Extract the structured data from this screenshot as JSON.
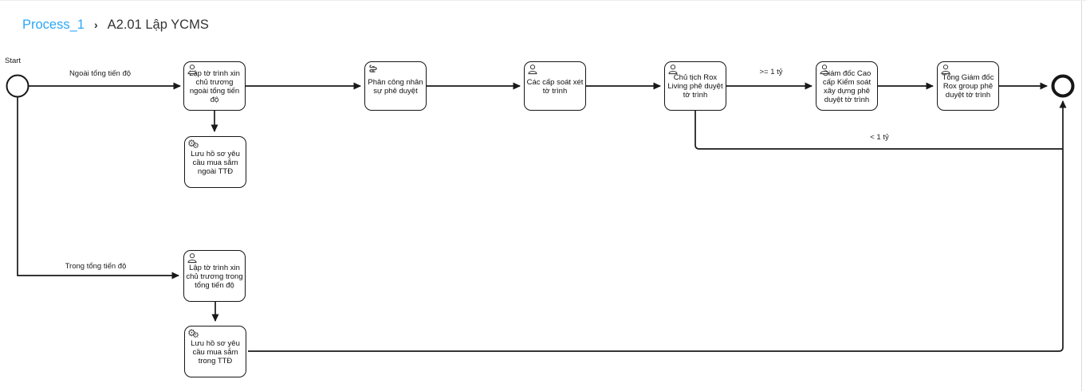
{
  "breadcrumb": {
    "process_link": "Process_1",
    "separator": "›",
    "current": "A2.01 Lập YCMS"
  },
  "colors": {
    "breadcrumb_link": "#2aa7f7",
    "breadcrumb_current": "#333333",
    "diagram_stroke": "#191919"
  },
  "icons": {
    "service_gear_glyph": "⚙"
  },
  "diagram": {
    "start_event_label": "Start",
    "nodes": {
      "lap_ngoai": {
        "label": "Lập tờ trình xin chủ trương ngoài tổng tiến độ",
        "icon": "user-icon"
      },
      "luu_ngoai": {
        "label": "Lưu hồ sơ yêu cầu mua sắm ngoài TTĐ",
        "icon": "service-gears-icon"
      },
      "phan_cong": {
        "label": "Phân công nhân sự phê duyệt",
        "icon": "script-icon"
      },
      "cac_cap": {
        "label": "Các cấp soát xét tờ trình",
        "icon": "user-icon"
      },
      "chu_tich": {
        "label": "Chủ tịch Rox Living phê duyệt tờ trình",
        "icon": "user-icon"
      },
      "giam_doc": {
        "label": "Giám đốc Cao cấp Kiểm soát xây dựng phê duyệt tờ trình",
        "icon": "user-icon"
      },
      "tong_giam_doc": {
        "label": "Tổng Giám đốc Rox group phê duyệt tờ trình",
        "icon": "user-icon"
      },
      "lap_trong": {
        "label": "Lập tờ trình xin chủ trương trong tổng tiến độ",
        "icon": "user-icon"
      },
      "luu_trong": {
        "label": "Lưu hồ sơ yêu cầu mua sắm trong TTĐ",
        "icon": "service-gears-icon"
      }
    },
    "edge_labels": {
      "ngoai_tong_tien_do": "Ngoài tổng tiến độ",
      "trong_tong_tien_do": "Trong tổng tiến độ",
      "gte_1_ty": ">= 1 tỷ",
      "lt_1_ty": "< 1 tỷ"
    }
  }
}
